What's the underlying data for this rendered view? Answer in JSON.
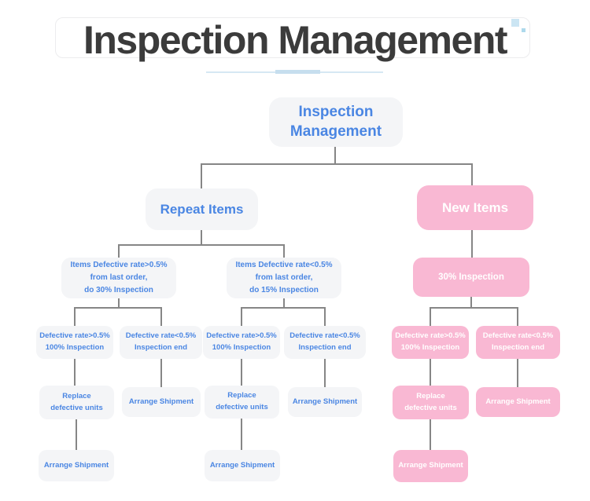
{
  "header": {
    "title": "Inspection Management"
  },
  "colors": {
    "title_text": "#3b3b3b",
    "blue_node_text": "#4a86e3",
    "gray_node_bg": "#f4f5f7",
    "pink_node_bg": "#f9b8d3",
    "pink_node_text": "#ffffff",
    "connector_line": "#868686",
    "underline_accent": "#c6deee",
    "decor_square_big": "#cbe5f3",
    "decor_square_small": "#aed9ec"
  },
  "nodes": {
    "root": "Inspection\nManagement",
    "repeat_items": "Repeat Items",
    "new_items": "New Items",
    "repeat_high": "Items Defective rate>0.5%\nfrom last order,\ndo 30% Inspection",
    "repeat_low": "Items Defective rate<0.5%\nfrom last order,\ndo 15% Inspection",
    "new_inspection": "30% Inspection",
    "repeat_high_defect_high": "Defective rate>0.5%\n100% Inspection",
    "repeat_high_defect_low": "Defective rate<0.5%\nInspection end",
    "repeat_low_defect_high": "Defective rate>0.5%\n100% Inspection",
    "repeat_low_defect_low": "Defective rate<0.5%\nInspection end",
    "new_defect_high": "Defective rate>0.5%\n100% Inspection",
    "new_defect_low": "Defective rate<0.5%\nInspection end",
    "repeat_high_replace": "Replace\ndefective units",
    "repeat_high_end_ship": "Arrange Shipment",
    "repeat_high_final_ship": "Arrange Shipment",
    "repeat_low_replace": "Replace\ndefective units",
    "repeat_low_end_ship": "Arrange Shipment",
    "repeat_low_final_ship": "Arrange Shipment",
    "new_replace": "Replace\ndefective units",
    "new_end_ship": "Arrange Shipment",
    "new_final_ship": "Arrange Shipment"
  }
}
